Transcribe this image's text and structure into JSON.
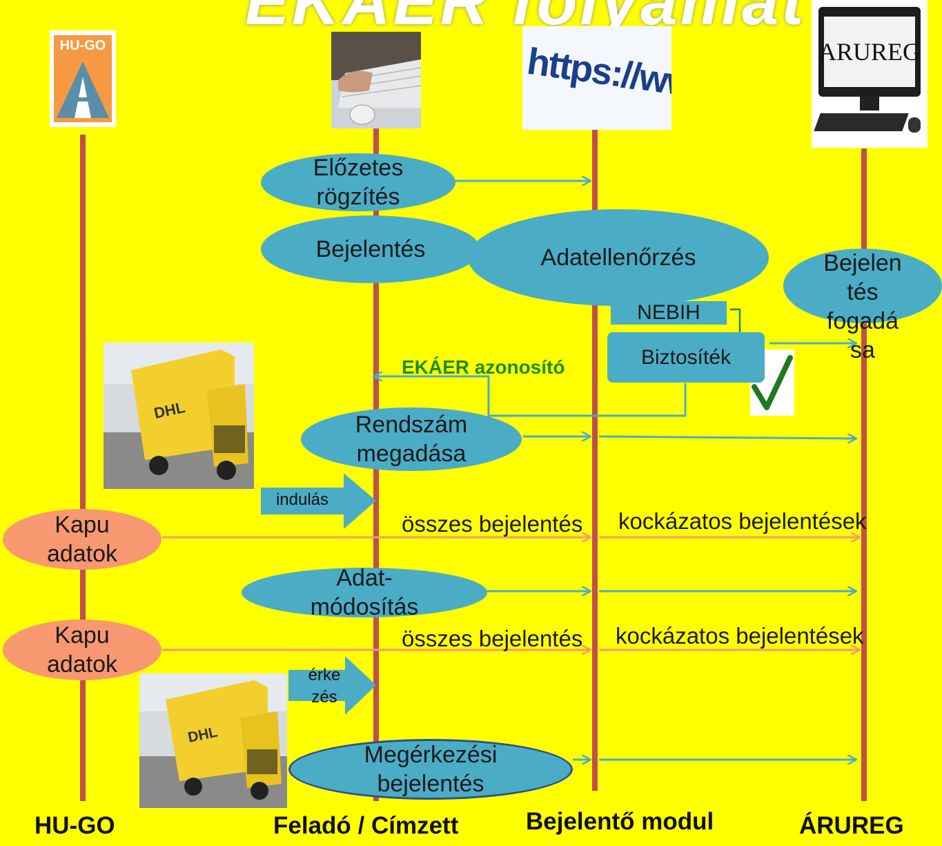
{
  "header": {
    "title": "EKÁER folyamat"
  },
  "logos": {
    "hugo": "HU-GO",
    "arureg": "ARUREG",
    "https": "https://www."
  },
  "lanes": [
    "HU-GO",
    "Feladó / Címzett",
    "Bejelentő modul",
    "ÁRUREG"
  ],
  "shapes": {
    "elozetes": "Előzetes\nrögzítés",
    "bejelentes": "Bejelentés",
    "adatellenorzes": "Adatellenőrzés",
    "fogadas": "Bejelen\ntés\nfogadá\nsa",
    "nebih": "NEBIH",
    "biztositek": "Biztosíték",
    "ekaer_azonosito": "EKÁER azonosító",
    "rendszam": "Rendszám\nmegadása",
    "indulas": "indulás",
    "kapu1": "Kapu\nadatok",
    "kapu2": "Kapu\nadatok",
    "osszes1": "összes bejelentés",
    "kockazatos1": "kockázatos bejelentések",
    "adatmodositas": "Adat-\nmódosítás",
    "osszes2": "összes bejelentés",
    "kockazatos2": "kockázatos bejelentések",
    "erkezes": "érke\nzés",
    "megerkezesi": "Megérkezési\nbejelentés"
  },
  "icons": {
    "check": "checkmark-icon",
    "truck": "truck-photo",
    "keyboard": "keyboard-photo",
    "browser": "browser-url-icon",
    "monitor": "computer-monitor-icon",
    "road": "road-logo-icon"
  },
  "colors": {
    "background": "#ffff00",
    "lifeline": "#c0504d",
    "ellipse_blue": "#4bacc6",
    "ellipse_orange": "#f79871",
    "arrow_blue": "#4bacc6",
    "arrow_orange": "#f79871",
    "green_text": "#1e8c1e"
  }
}
